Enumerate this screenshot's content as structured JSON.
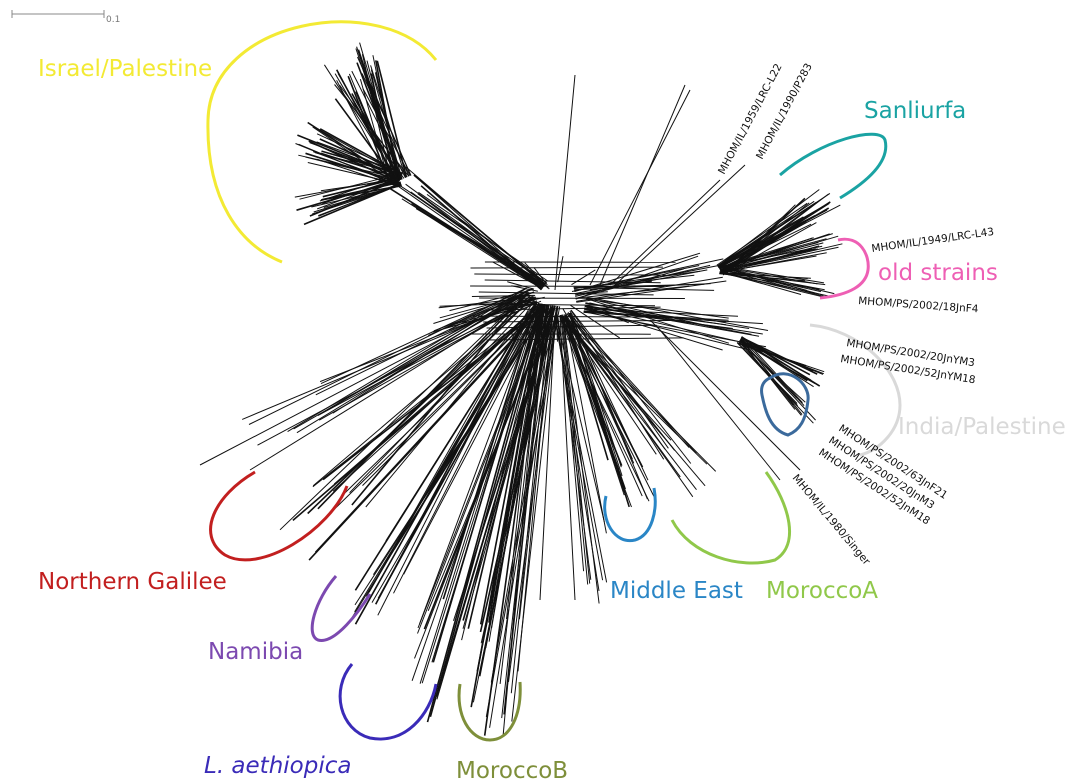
{
  "scale_bar": {
    "label": "0.1"
  },
  "colors": {
    "israel_palestine": "#f3ea34",
    "sanliurfa": "#1aa3a3",
    "old_strains": "#ee5fb4",
    "india_palestine": "#d9d9d9",
    "india_palestine_inner": "#3b6a9c",
    "northern_galilee": "#c21f1f",
    "namibia": "#7c49b0",
    "aethiopica": "#3a2bb8",
    "moroccoB": "#7e8f3a",
    "middle_east": "#2a86c6",
    "moroccoA": "#90c84a"
  },
  "groups": {
    "israel_palestine": "Israel/Palestine",
    "sanliurfa": "Sanliurfa",
    "old_strains": "old strains",
    "india_palestine": "India/Palestine",
    "northern_galilee": "Northern Galilee",
    "namibia": "Namibia",
    "aethiopica": "L. aethiopica",
    "moroccoB": "MoroccoB",
    "middle_east": "Middle East",
    "moroccoA": "MoroccoA"
  },
  "strains": [
    "MHOM/IL/1959/LRC-L22",
    "MHOM/IL/1990/P283",
    "MHOM/IL/1949/LRC-L43",
    "MHOM/PS/2002/18JnF4",
    "MHOM/PS/2002/20JnYM3",
    "MHOM/PS/2002/52JnYM18",
    "MHOM/PS/2002/63JnF21",
    "MHOM/PS/2002/20JnM3",
    "MHOM/PS/2002/52JnM18",
    "MHOM/IL/1980/Singer"
  ]
}
